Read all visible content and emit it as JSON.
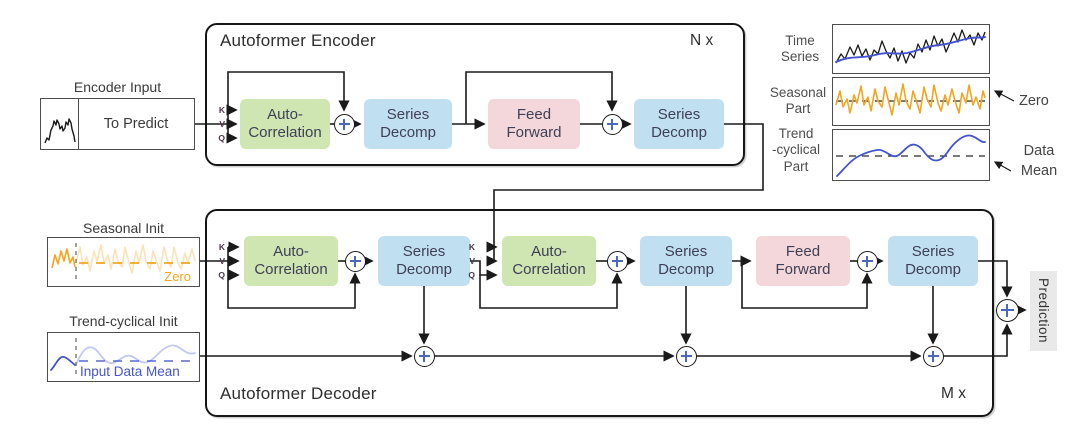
{
  "encoder": {
    "title": "Autoformer Encoder",
    "repeat": "N x"
  },
  "decoder": {
    "title": "Autoformer Decoder",
    "repeat": "M x"
  },
  "blocks": {
    "auto_correlation": {
      "line1": "Auto-",
      "line2": "Correlation"
    },
    "series_decomp": {
      "line1": "Series",
      "line2": "Decomp"
    },
    "feed_forward": {
      "line1": "Feed",
      "line2": "Forward"
    }
  },
  "qkv": {
    "k": "K",
    "v": "V",
    "q": "Q"
  },
  "encoder_input": {
    "label": "Encoder Input",
    "box_text": "To Predict"
  },
  "seasonal_init": {
    "label": "Seasonal Init",
    "annotation": "Zero"
  },
  "trend_init": {
    "label": "Trend-cyclical Init",
    "annotation": "Input Data Mean"
  },
  "prediction": {
    "label": "Prediction"
  },
  "legend": {
    "time_series": {
      "label": [
        "Time",
        "Series"
      ]
    },
    "seasonal_part": {
      "label": [
        "Seasonal",
        "Part"
      ],
      "annotation": "Zero"
    },
    "trend_part": {
      "label": [
        "Trend",
        "-cyclical",
        "Part"
      ],
      "annotation": [
        "Data",
        "Mean"
      ]
    }
  },
  "colors": {
    "ac_bg": "#cfe5b2",
    "sd_bg": "#c0e0f2",
    "ff_bg": "#f3d7da",
    "plus": "#4a69bd",
    "orange": "#f5a41f",
    "blue": "#4353d0",
    "line": "#1a1a1a",
    "pred_bg": "#e9e9e9",
    "label": "#3f3f55"
  }
}
